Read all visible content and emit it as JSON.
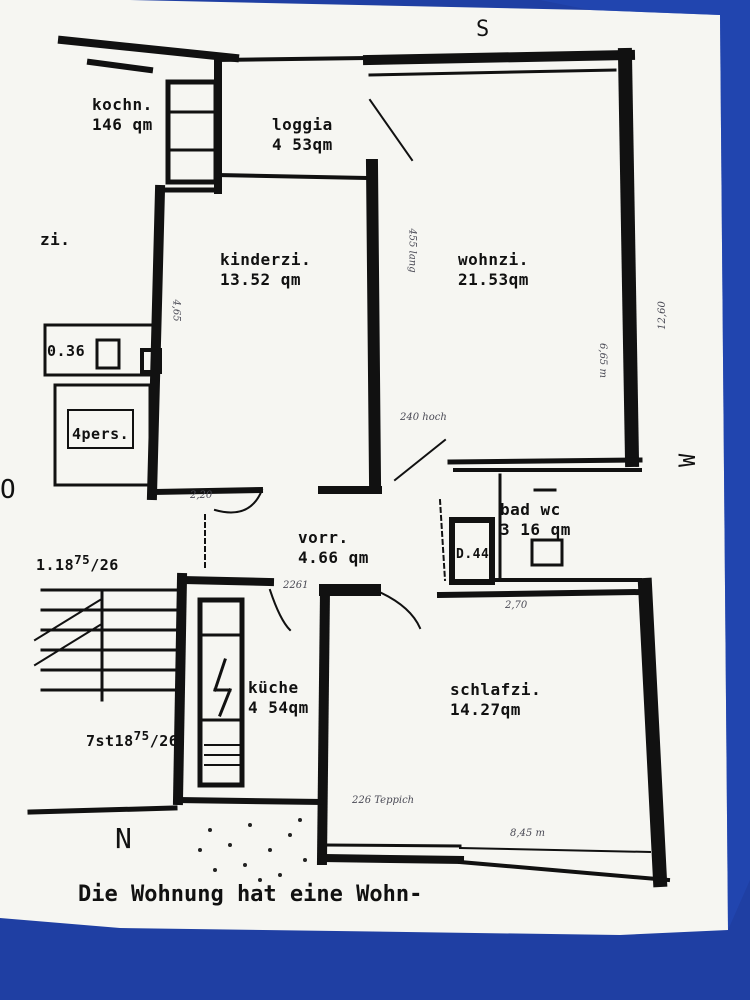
{
  "scene": {
    "description_colors": {
      "paper": "#f6f6f2",
      "wall": "#111111",
      "background": "#1f3fa3",
      "pencil": "#4a4a55"
    }
  },
  "compass": {
    "south": "S",
    "west": "W",
    "north": "N",
    "east_partial": "O"
  },
  "rooms": {
    "kochn": {
      "name": "kochn.",
      "area": "146 qm"
    },
    "zi": {
      "name": "zi."
    },
    "loggia": {
      "name": "loggia",
      "area": "4 53qm"
    },
    "kinderzi": {
      "name": "kinderzi.",
      "area": "13.52 qm"
    },
    "wohnzi": {
      "name": "wohnzi.",
      "area": "21.53qm"
    },
    "bad": {
      "name": "bad wc",
      "area": "3 16 qm"
    },
    "vorr": {
      "name": "vorr.",
      "area": "4.66 qm"
    },
    "kueche": {
      "name": "küche",
      "area": "4 54qm"
    },
    "schlafzi": {
      "name": "schlafzi.",
      "area": "14.27qm"
    }
  },
  "labels": {
    "box_036": "0.36",
    "box_4pers": "4pers.",
    "box_d44": "D.44",
    "stair_top": "1.18",
    "stair_top_sup": "75",
    "stair_top_tail": "/26",
    "stair_bottom": "7st18",
    "stair_bottom_sup": "75",
    "stair_bottom_tail": "/26"
  },
  "handwriting": {
    "h1": "455 lang",
    "h2": "240 hoch",
    "h3": "12,60",
    "h4": "6,65 m",
    "h5": "2,70",
    "h6": "226 Teppich",
    "h7": "8,45 m",
    "h8": "2261",
    "h9": "4,65",
    "h10": "2,20"
  },
  "caption": {
    "line1": "Die Wohnung hat eine Wohn-"
  }
}
